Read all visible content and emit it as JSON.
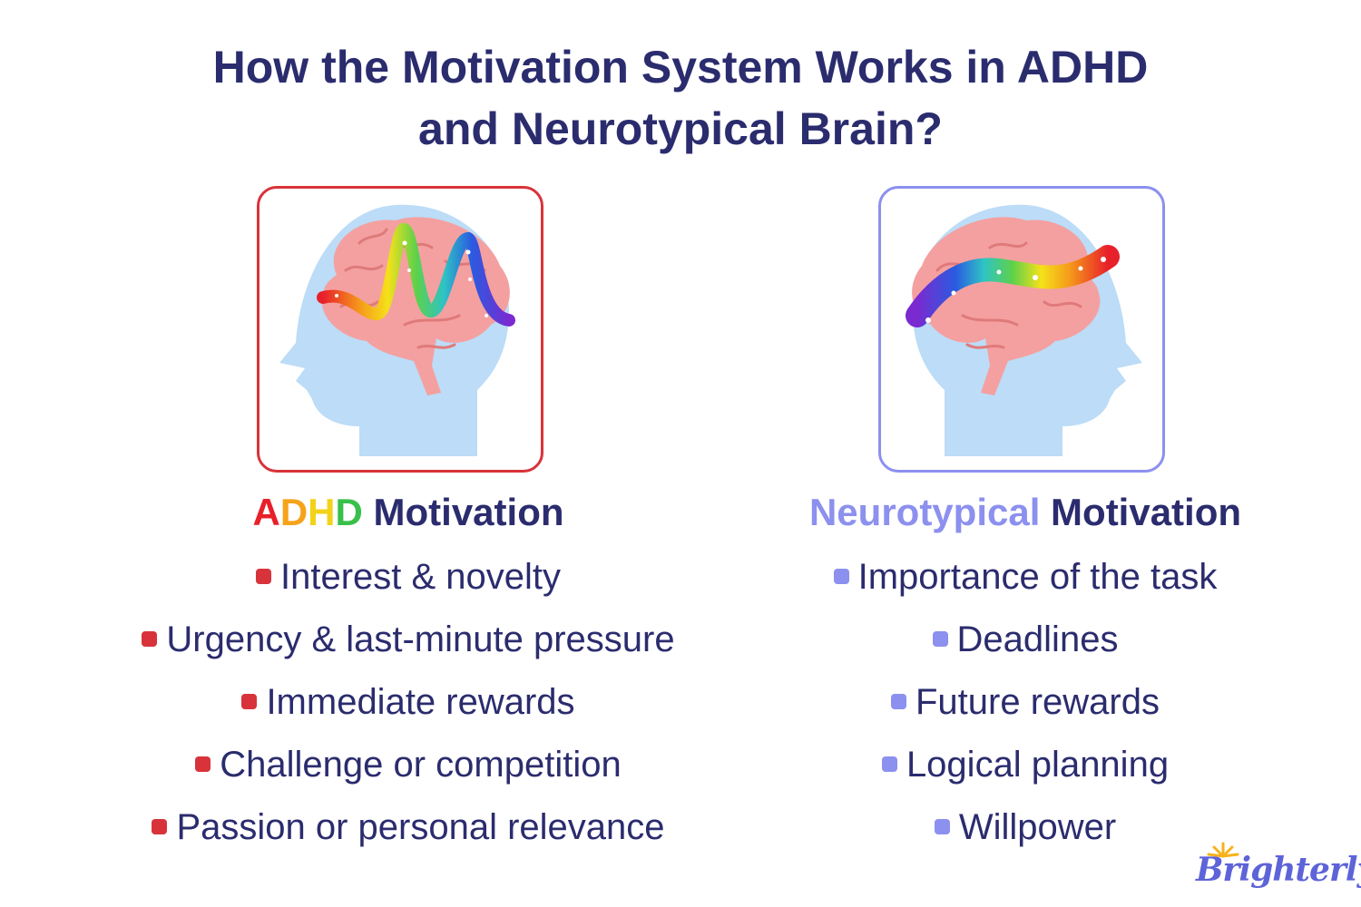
{
  "title": {
    "line1": "How the Motivation System Works in ADHD",
    "line2": "and Neurotypical Brain?"
  },
  "adhd": {
    "heading_letters": [
      {
        "char": "A",
        "color": "#e8202a"
      },
      {
        "char": "D",
        "color": "#f5a31a"
      },
      {
        "char": "H",
        "color": "#f2d21a"
      },
      {
        "char": "D",
        "color": "#39c04a"
      }
    ],
    "heading_rest": "Motivation",
    "items": [
      "Interest & novelty",
      "Urgency & last-minute pressure",
      "Immediate rewards",
      "Challenge or competition",
      "Passion or personal relevance"
    ],
    "accent": "#d8333a"
  },
  "neurotypical": {
    "heading_colored": "Neurotypical",
    "heading_colored_color": "#8c90ee",
    "heading_rest": "Motivation",
    "items": [
      "Importance of the task",
      "Deadlines",
      "Future rewards",
      "Logical planning",
      "Willpower"
    ],
    "accent": "#8c90ee"
  },
  "logo": {
    "text": "Brighterly"
  },
  "colors": {
    "navy": "#2b2c6e",
    "head": "#bcdcf7",
    "brain": "#f4a0a0",
    "brain_line": "#e07a7a"
  }
}
